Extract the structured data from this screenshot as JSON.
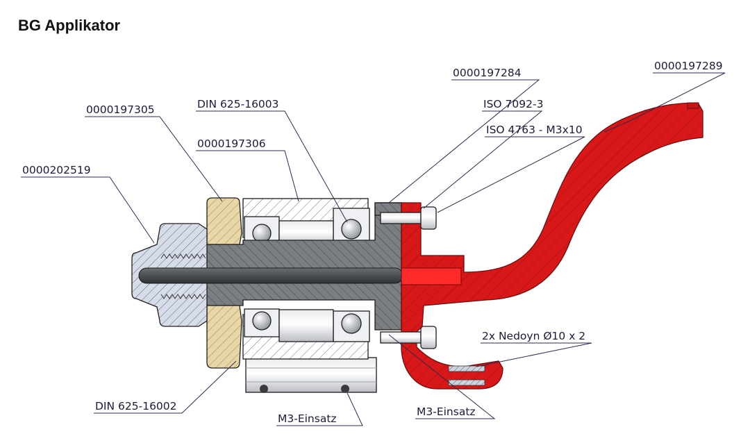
{
  "title": "BG Applikator",
  "labels": {
    "p0000197305": "0000197305",
    "din625_16003": "DIN 625-16003",
    "p0000197306": "0000197306",
    "p0000202519": "0000202519",
    "p0000197284": "0000197284",
    "iso7092": "ISO 7092-3",
    "iso4763": "ISO 4763 - M3x10",
    "p0000197289": "0000197289",
    "nedoyn": "2x Nedoyn Ø10 x 2",
    "din625_16002": "DIN 625-16002",
    "m3_left": "M3-Einsatz",
    "m3_right": "M3-Einsatz"
  },
  "colors": {
    "housing": "#d7dde8",
    "shaft": "#8a8c90",
    "brass": "#e8d7a6",
    "lever": "#d81818",
    "bearing_white": "#ffffff",
    "label_text": "#1b1b3a"
  }
}
